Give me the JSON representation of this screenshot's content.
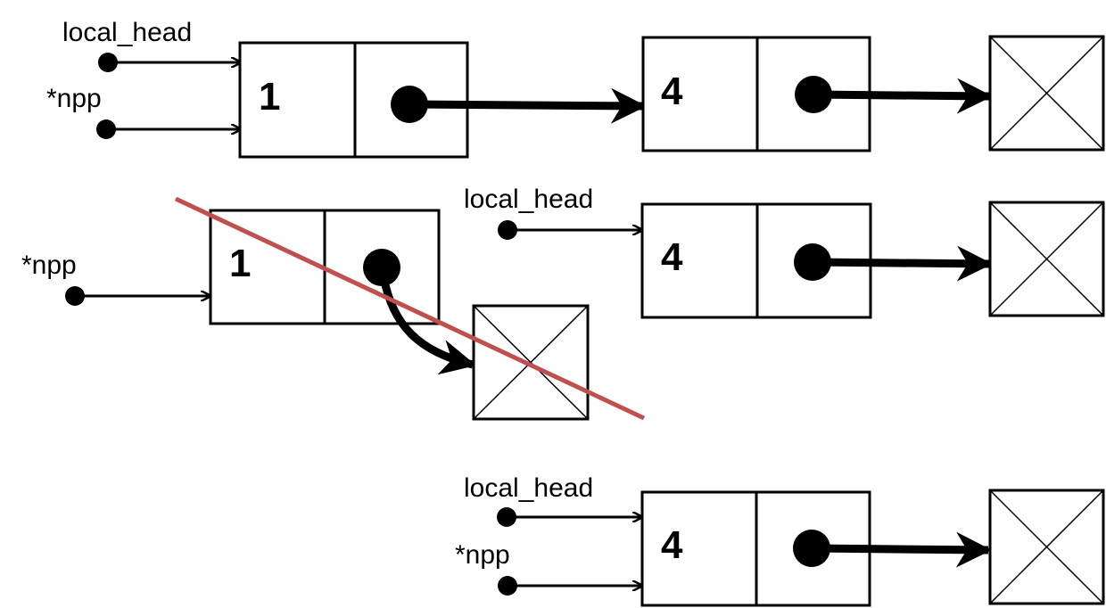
{
  "labels": {
    "local_head": "local_head",
    "npp": "*npp"
  },
  "rows": [
    {
      "pointers": [
        "local_head",
        "*npp"
      ],
      "nodes": [
        {
          "value": "1",
          "next": "node-4"
        },
        {
          "value": "4",
          "next": "null"
        }
      ],
      "crossed_out": false
    },
    {
      "pointers": [
        "*npp",
        "local_head"
      ],
      "nodes": [
        {
          "value": "1",
          "next": "null",
          "crossed_out": true
        },
        {
          "value": "4",
          "next": "null"
        }
      ]
    },
    {
      "pointers": [
        "local_head",
        "*npp"
      ],
      "nodes": [
        {
          "value": "4",
          "next": "null"
        }
      ],
      "crossed_out": false
    }
  ],
  "colors": {
    "ink": "#000000",
    "strike": "#c0504d"
  }
}
